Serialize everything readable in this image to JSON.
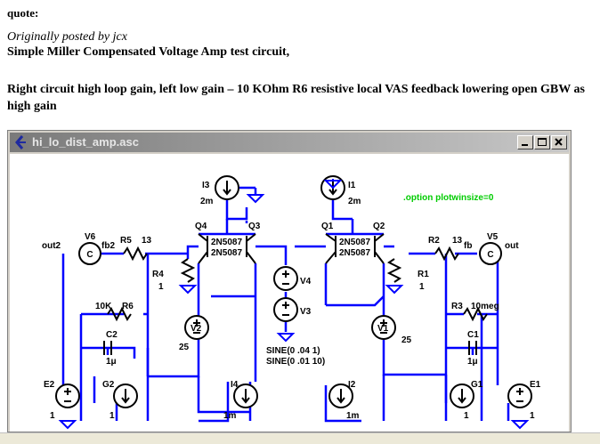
{
  "post": {
    "quote_label": "quote:",
    "attribution": "Originally posted by jcx",
    "subtitle": "Simple Miller Compensated Voltage Amp test circuit,",
    "body": "Right circuit high loop gain, left low gain – 10 KOhm R6 resistive local VAS feedback lowering open GBW as high gain"
  },
  "window": {
    "title": "hi_lo_dist_amp.asc",
    "buttons": [
      "minimize",
      "maximize",
      "close"
    ]
  },
  "schematic": {
    "directive": ".option plotwinsize=0",
    "labels": {
      "I3": "I3",
      "I3_val": "2m",
      "I1": "I1",
      "I1_val": "2m",
      "Q4": "Q4",
      "Q3": "Q3",
      "Q1": "Q1",
      "Q2": "Q2",
      "Q4_model": "2N5087",
      "Q3_model": "2N5087",
      "Q1_model": "2N5087",
      "Q2_model": "2N5087",
      "V6": "V6",
      "V5": "V5",
      "out2": "out2",
      "fb2": "fb2",
      "fb": "fb",
      "out": "out",
      "R5": "R5",
      "R5_val": "13",
      "R2": "R2",
      "R2_val": "13",
      "R4": "R4",
      "R4_val": "1",
      "R1": "R1",
      "R1_val": "1",
      "V4": "V4",
      "V3": "V3",
      "V2": "V2",
      "V2_val": "25",
      "V1": "V1",
      "V1_val": "25",
      "R6_val": "10K",
      "R6": "R6",
      "R3": "R3",
      "R3_val": "10meg",
      "C2": "C2",
      "C2_val": "1μ",
      "C1": "C1",
      "C1_val": "1μ",
      "sine1": "SINE(0 .04 1)",
      "sine2": "SINE(0 .01 10)",
      "E2": "E2",
      "E2_val": "1",
      "G2": "G2",
      "G2_val": "1",
      "I4": "I4",
      "I4_val": "1m",
      "I2": "I2",
      "I2_val": "1m",
      "G1": "G1",
      "G1_val": "1",
      "E1": "E1",
      "E1_val": "1",
      "mC": "C",
      "mC2": "C"
    }
  },
  "colors": {
    "wire": "#0000ff",
    "directive": "#00cc00",
    "titlebar": "#8c8c8c"
  }
}
